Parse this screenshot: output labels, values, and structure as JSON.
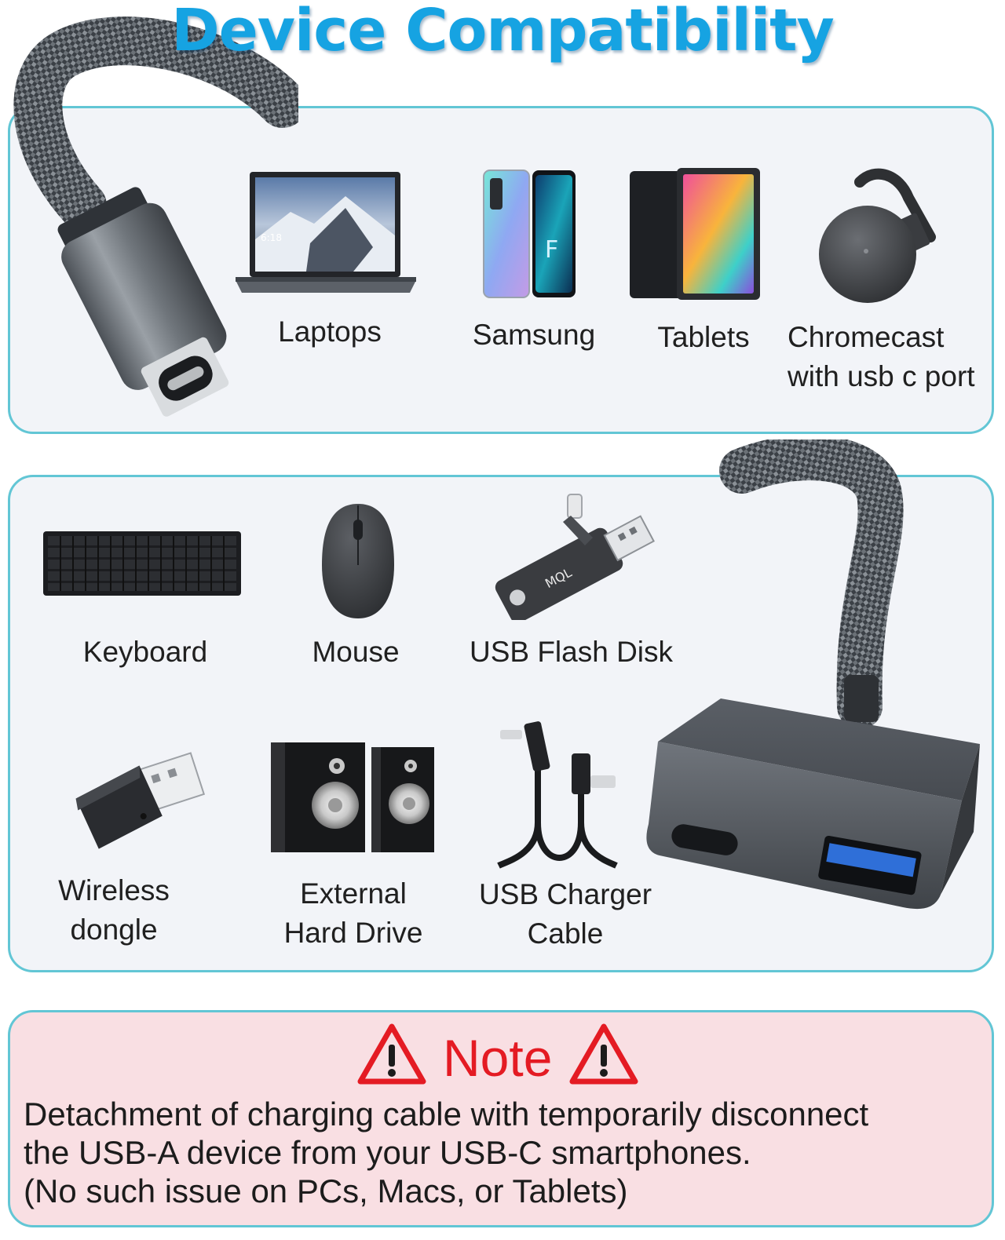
{
  "header": {
    "title": "Device Compatibility"
  },
  "top_panel": {
    "devices": [
      {
        "label": "Laptops",
        "icon": "laptop-icon"
      },
      {
        "label": "Samsung",
        "icon": "smartphone-icon"
      },
      {
        "label": "Tablets",
        "icon": "tablet-icon"
      },
      {
        "label_line1": "Chromecast",
        "label_line2": "with usb c port",
        "icon": "chromecast-icon"
      }
    ],
    "laptop_screen_time": "6:18"
  },
  "bottom_panel": {
    "row1": [
      {
        "label": "Keyboard",
        "icon": "keyboard-icon"
      },
      {
        "label": "Mouse",
        "icon": "mouse-icon"
      },
      {
        "label": "USB Flash Disk",
        "icon": "usb-flash-disk-icon"
      }
    ],
    "row2": [
      {
        "label_line1": "Wireless",
        "label_line2": "dongle",
        "icon": "wireless-dongle-icon"
      },
      {
        "label_line1": "External",
        "label_line2": "Hard Drive",
        "icon": "speakers-icon"
      },
      {
        "label_line1": "USB Charger",
        "label_line2": "Cable",
        "icon": "charger-cable-icon"
      }
    ],
    "flash_brand": "MQL"
  },
  "note": {
    "title": "Note",
    "line1": "Detachment of charging cable with temporarily disconnect",
    "line2": "the USB-A device from your USB-C smartphones.",
    "line3": "(No such issue on PCs, Macs, or Tablets)",
    "warning_color": "#e41b23"
  },
  "colors": {
    "title": "#16a3e2",
    "panel_border": "#62c6d5",
    "usb3_blue": "#2f6fd8"
  }
}
